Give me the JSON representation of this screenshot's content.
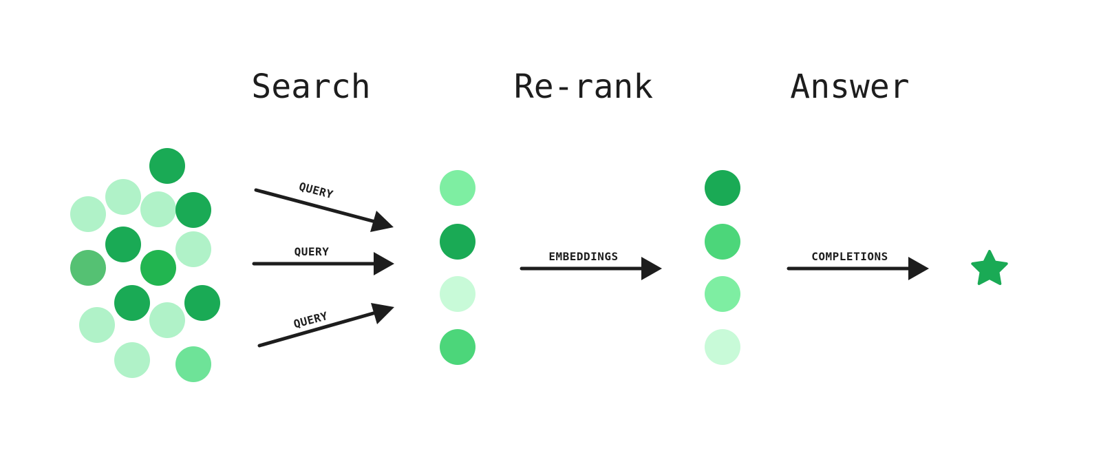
{
  "stages": [
    {
      "id": "search",
      "title": "Search"
    },
    {
      "id": "rerank",
      "title": "Re-rank"
    },
    {
      "id": "answer",
      "title": "Answer"
    }
  ],
  "arrows": [
    {
      "id": "query-1",
      "label": "QUERY"
    },
    {
      "id": "query-2",
      "label": "QUERY"
    },
    {
      "id": "query-3",
      "label": "QUERY"
    },
    {
      "id": "embeddings",
      "label": "EMBEDDINGS"
    },
    {
      "id": "completions",
      "label": "COMPLETIONS"
    }
  ],
  "colors": {
    "ink": "#1d1d1d",
    "green_dark": "#1aaa55",
    "green_mid": "#4cd67a",
    "green_light": "#7eeea2",
    "green_pale": "#b0f2c8",
    "green_faint": "#c8fad8",
    "green_muted": "#55c173",
    "green_bright": "#22b550",
    "star": "#1aaa55"
  },
  "icons": {
    "result": "star-icon"
  }
}
